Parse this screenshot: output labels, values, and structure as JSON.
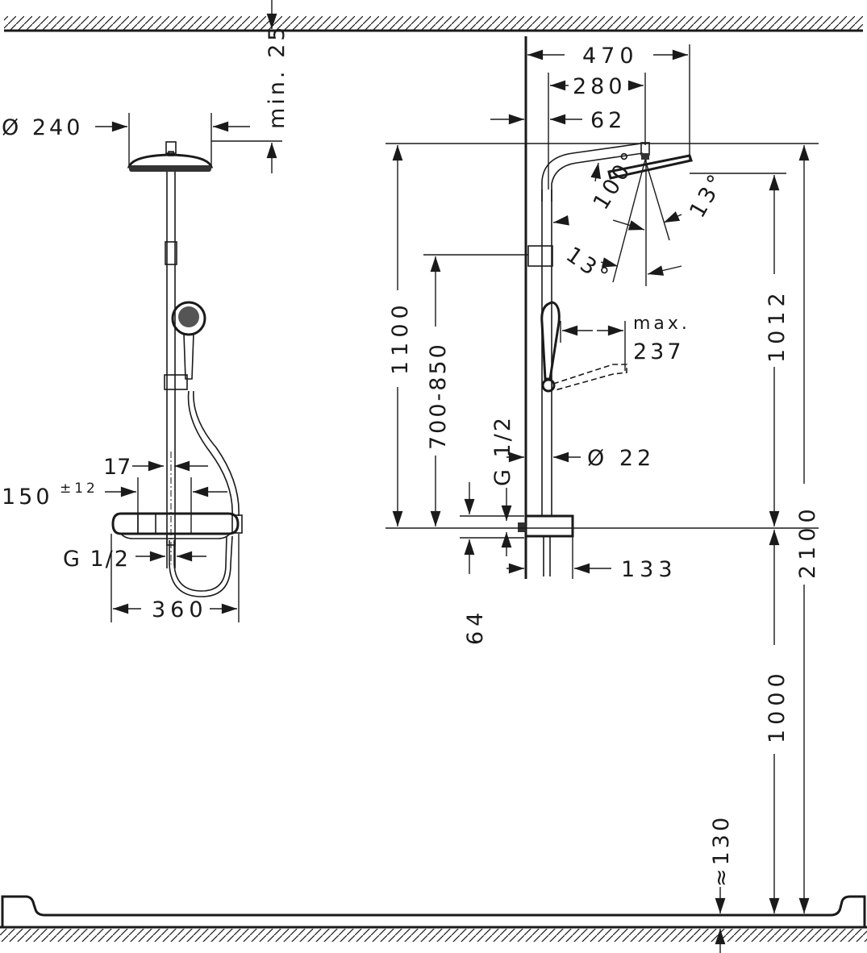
{
  "drawing": {
    "left_view": {
      "min_clearance": "min. 25",
      "head_diameter": "Ø 240",
      "offset_17": "17",
      "center_distance": "150",
      "center_tolerance": "±12",
      "connection": "G 1/2",
      "width": "360"
    },
    "side_view": {
      "arm_length": "470",
      "head_offset": "280",
      "wall_distance": "62",
      "angle_tilt": "100°",
      "angle_a": "13°",
      "angle_b": "13°",
      "height_head": "1100",
      "holder_range": "700-850",
      "max_label": "max.",
      "max_value": "237",
      "height_spray": "1012",
      "pipe_diameter": "Ø 22",
      "connection": "G 1/2",
      "projection": "133",
      "depth_64": "64",
      "total_height": "2100",
      "mount_height": "1000",
      "tray_height": "≈130"
    }
  }
}
